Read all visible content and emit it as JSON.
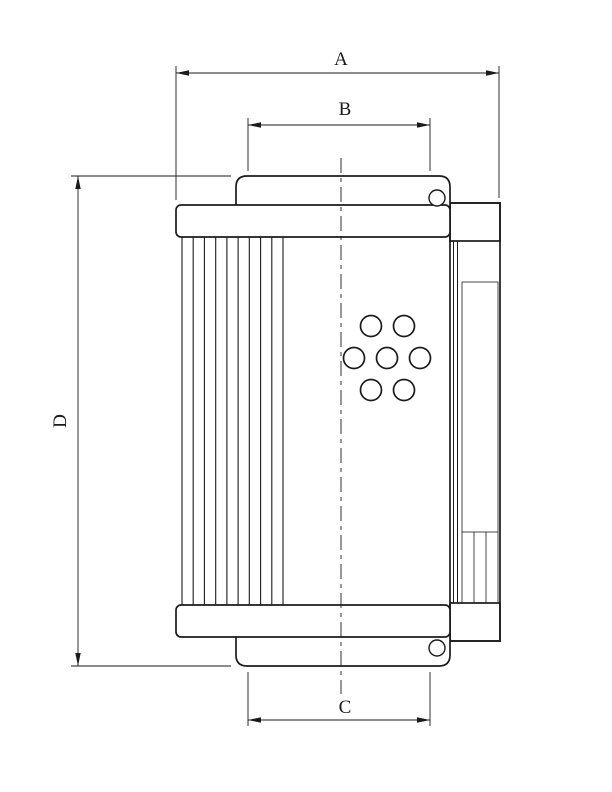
{
  "page": {
    "background": "#ffffff"
  },
  "drawing": {
    "subject": "filter-element-cross-section",
    "ink_color": "#1b1b1b",
    "dimension_labels": {
      "a": "A",
      "b": "B",
      "c": "C",
      "d": "D"
    }
  }
}
